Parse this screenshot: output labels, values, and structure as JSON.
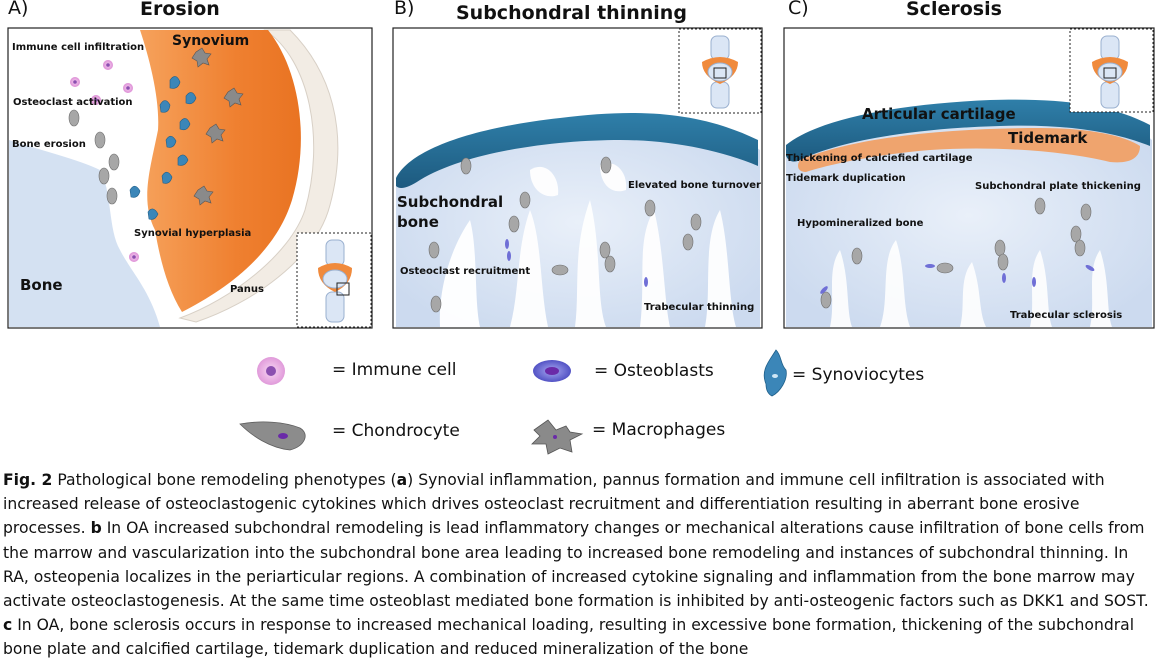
{
  "panels": {
    "a": {
      "letter": "A)",
      "title": "Erosion",
      "labels": {
        "immune_infiltration": "Immune cell infiltration",
        "osteoclast_activation": "Osteoclast activation",
        "bone_erosion": "Bone erosion",
        "synovium": "Synovium",
        "synovial_hyperplasia": "Synovial hyperplasia",
        "bone": "Bone",
        "panus": "Panus"
      }
    },
    "b": {
      "letter": "B)",
      "title": "Subchondral thinning",
      "labels": {
        "subchondral_line1": "Subchondral",
        "subchondral_line2": "bone",
        "elevated_turnover": "Elevated bone turnover",
        "osteoclast_recruitment": "Osteoclast recruitment",
        "trabecular_thinning": "Trabecular thinning"
      }
    },
    "c": {
      "letter": "C)",
      "title": "Sclerosis",
      "labels": {
        "articular_cartilage": "Articular cartilage",
        "tidemark": "Tidemark",
        "thickening": "Thickening of calciefied cartilage",
        "tidemark_dup": "Tidemark duplication",
        "plate_thickening": "Subchondral plate thickening",
        "hypomineralized": "Hypomineralized bone",
        "trabecular_sclerosis": "Trabecular sclerosis"
      }
    }
  },
  "legend": {
    "immune_cell": "= Immune cell",
    "osteoblasts": "= Osteoblasts",
    "synoviocytes": "= Synoviocytes",
    "chondrocyte": "= Chondrocyte",
    "macrophages": "= Macrophages"
  },
  "caption": {
    "fig_label": "Fig. 2",
    "intro": " Pathological bone remodeling phenotypes (",
    "a_letter": "a",
    "a_text": ") Synovial inflammation, pannus formation and immune cell infiltration is associated with increased release of osteoclastogenic cytokines which drives osteoclast recruitment and differentiation resulting in aberrant bone erosive processes. ",
    "b_letter": "b",
    "b_text": " In OA increased subchondral remodeling is lead inflammatory changes or mechanical alterations cause infiltration of bone cells from the marrow and vascularization into the subchondral bone area leading to increased bone remodeling and instances of subchondral thinning. In RA, osteopenia localizes in the periarticular regions. A combination of increased cytokine signaling and inflammation from the bone marrow may activate osteoclastogenesis. At the same time osteoblast mediated bone formation is inhibited by anti-osteogenic factors such as DKK1 and SOST. ",
    "c_letter": "c",
    "c_text": " In OA, bone sclerosis occurs in response to increased mechanical loading, resulting in excessive bone formation, thickening of the subchondral bone plate and calcified cartilage, tidemark duplication and reduced mineralization of the bone"
  },
  "colors": {
    "synovium": "#f08a3c",
    "bone": "#dbe6f5",
    "cartilage": "#2a6f97",
    "chondrocyte": "#9a9a9a",
    "osteoblast": "#6f6fd6",
    "immune": "#e8a6e0",
    "synoviocyte": "#3b86b8"
  }
}
